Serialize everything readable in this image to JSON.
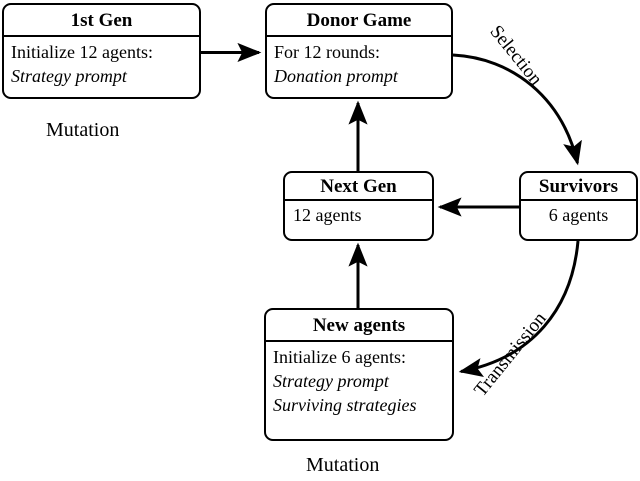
{
  "diagram": {
    "title": "Agent generation evolution loop",
    "background_color": "#ffffff",
    "line_color": "#000000",
    "nodes": [
      {
        "id": "first-gen",
        "title": "1st Gen",
        "lines": [
          {
            "text": "Initialize 12 agents:",
            "italic": false
          },
          {
            "text": "Strategy prompt",
            "italic": true
          }
        ]
      },
      {
        "id": "donor-game",
        "title": "Donor Game",
        "lines": [
          {
            "text": "For 12 rounds:",
            "italic": false
          },
          {
            "text": "Donation prompt",
            "italic": true
          }
        ]
      },
      {
        "id": "next-gen",
        "title": "Next Gen",
        "lines": [
          {
            "text": "12 agents",
            "italic": false
          }
        ]
      },
      {
        "id": "survivors",
        "title": "Survivors",
        "lines": [
          {
            "text": "6 agents",
            "italic": false
          }
        ]
      },
      {
        "id": "new-agents",
        "title": "New agents",
        "lines": [
          {
            "text": "Initialize 6 agents:",
            "italic": false
          },
          {
            "text": "Strategy prompt",
            "italic": true
          },
          {
            "text": "Surviving strategies",
            "italic": true
          }
        ]
      }
    ],
    "edge_labels": [
      {
        "id": "selection",
        "text": "Selection",
        "from": "donor-game",
        "to": "survivors"
      },
      {
        "id": "transmission",
        "text": "Transmission",
        "from": "survivors",
        "to": "new-agents"
      }
    ],
    "captions": [
      {
        "id": "mutation-top",
        "text": "Mutation",
        "near": "first-gen"
      },
      {
        "id": "mutation-bottom",
        "text": "Mutation",
        "near": "new-agents"
      }
    ],
    "arrows": [
      {
        "id": "first-gen-to-donor-game",
        "style": "straight-horizontal",
        "direction": "right"
      },
      {
        "id": "donor-game-to-survivors",
        "style": "curved",
        "direction": "down"
      },
      {
        "id": "survivors-to-next-gen",
        "style": "straight-horizontal",
        "direction": "left"
      },
      {
        "id": "next-gen-to-donor-game",
        "style": "straight-vertical",
        "direction": "up"
      },
      {
        "id": "new-agents-to-next-gen",
        "style": "straight-vertical",
        "direction": "up"
      },
      {
        "id": "survivors-to-new-agents",
        "style": "curved",
        "direction": "left"
      }
    ]
  }
}
